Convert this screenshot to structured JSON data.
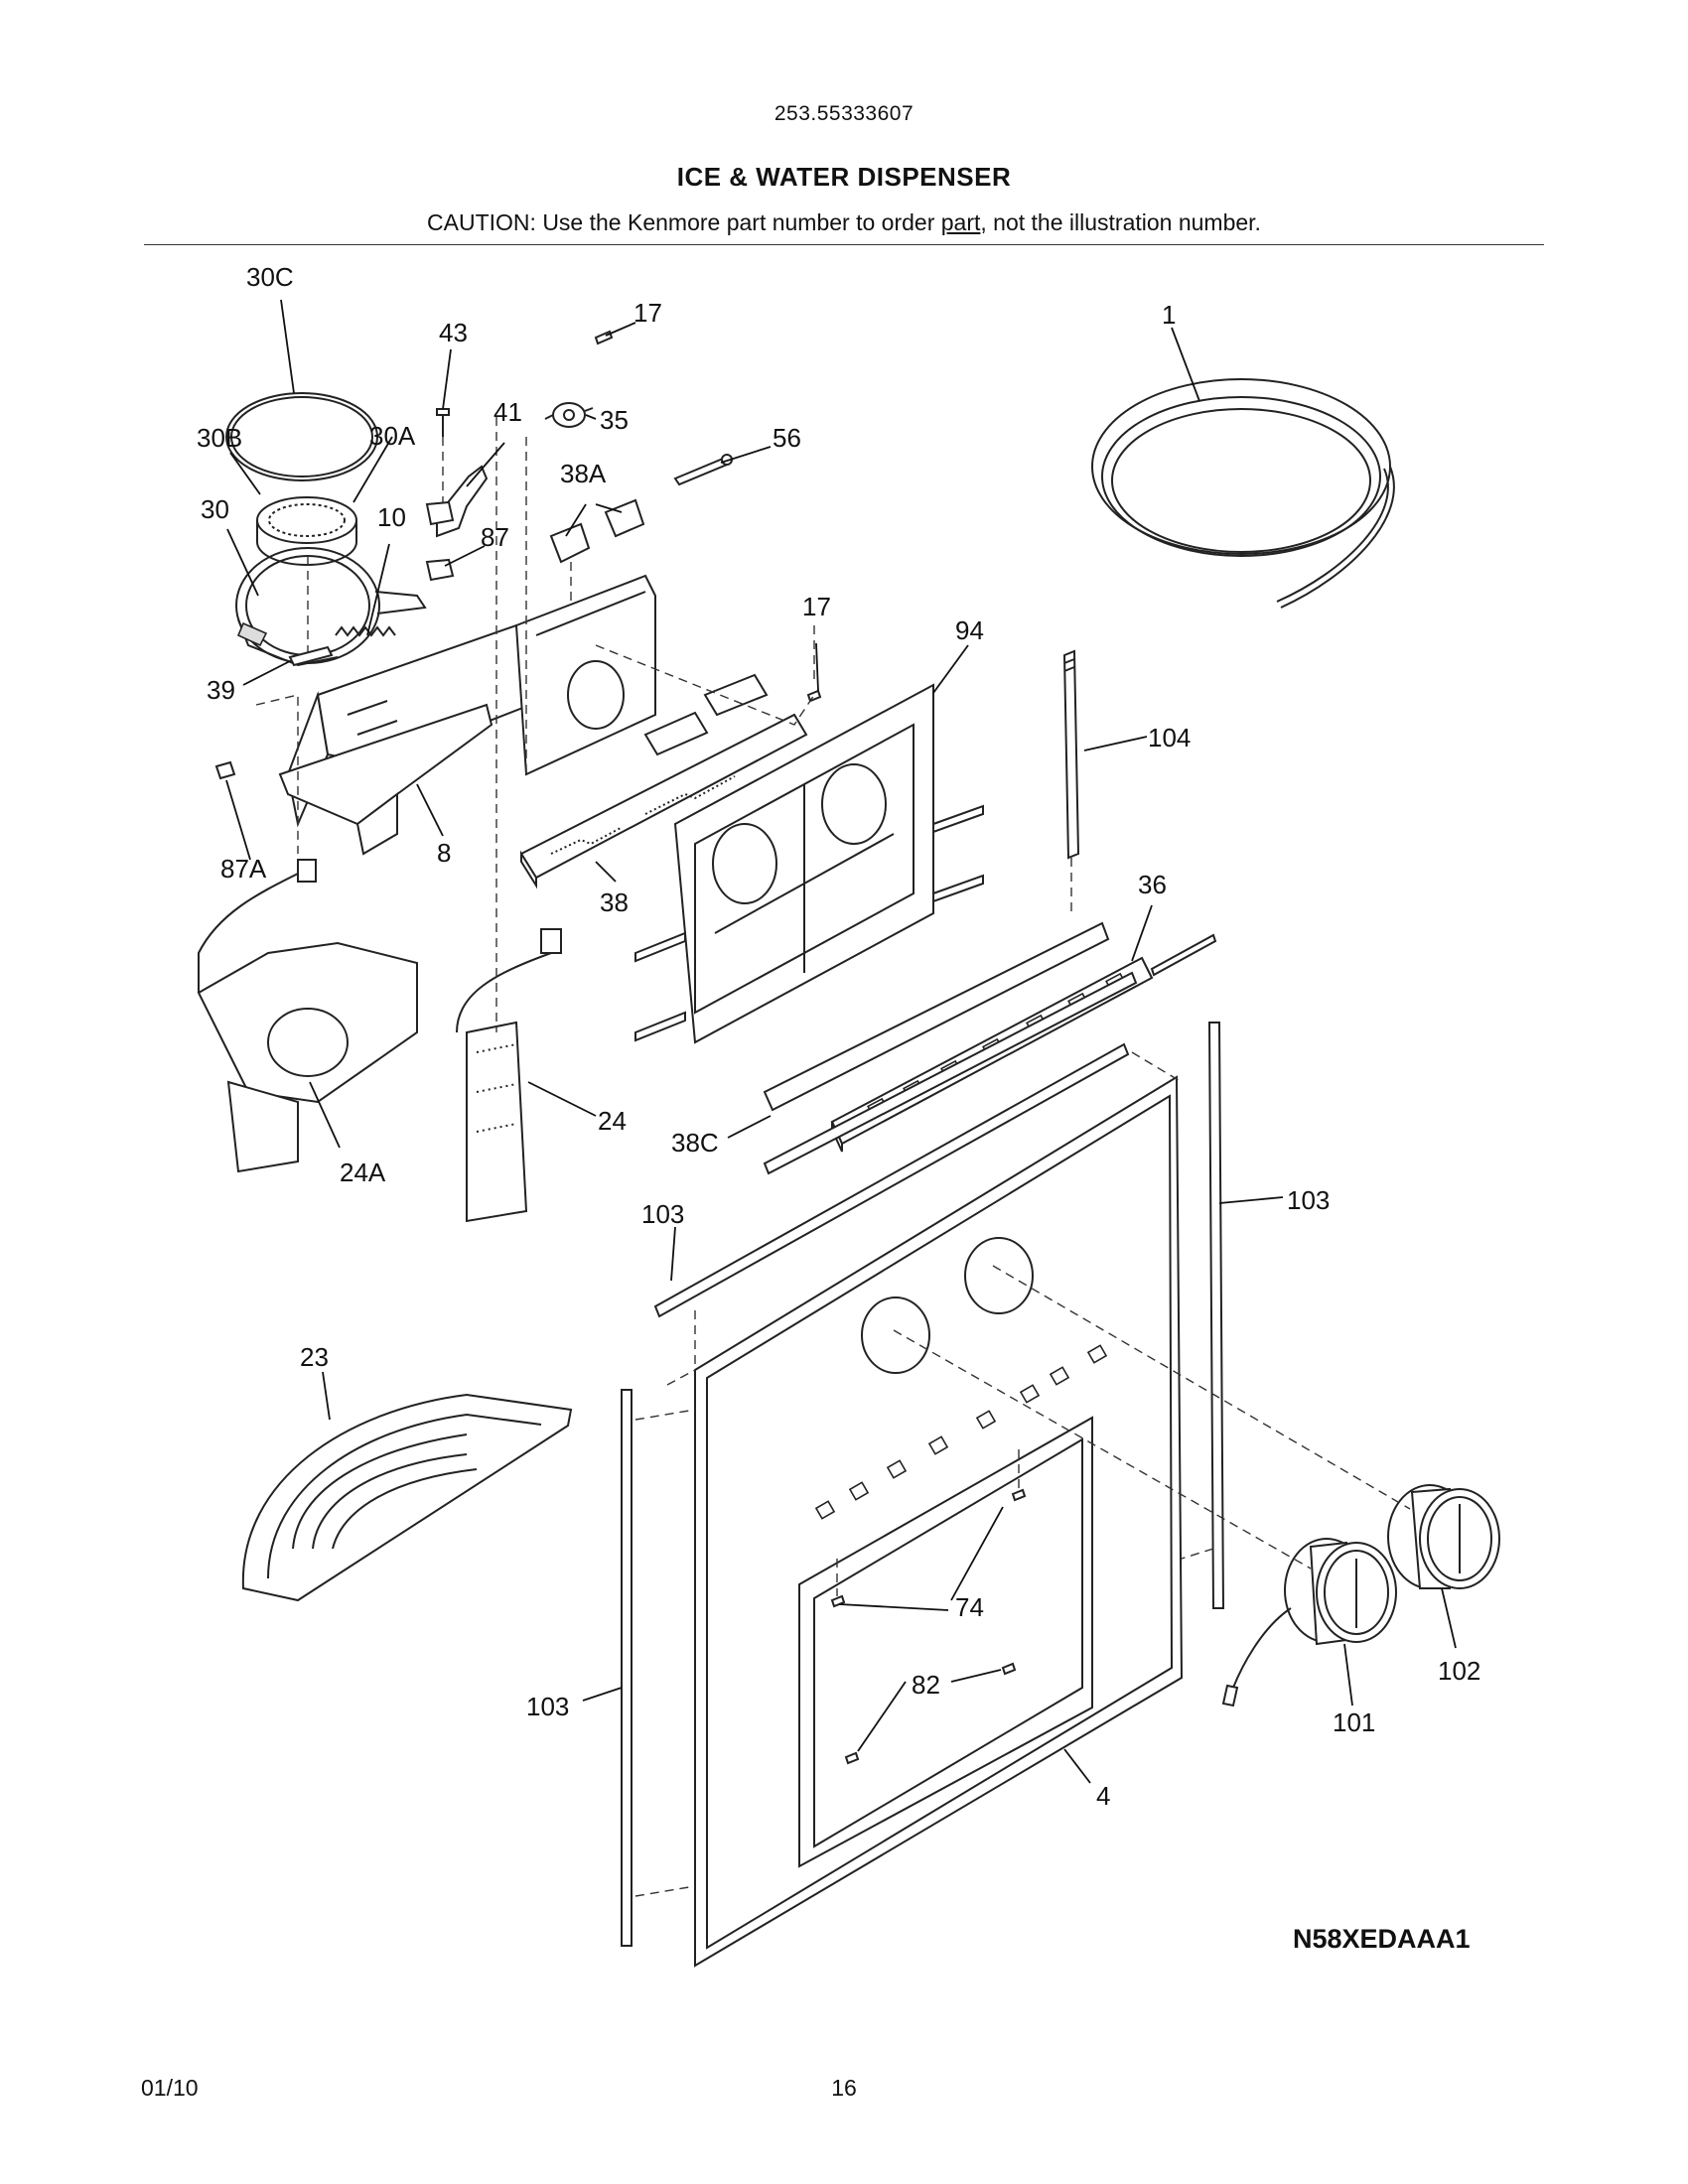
{
  "header": {
    "model_number": "253.55333607",
    "title": "ICE & WATER DISPENSER",
    "caution_prefix": "CAUTION: Use the Kenmore part number to order ",
    "caution_link": "part",
    "caution_suffix": ", not the illustration number."
  },
  "diagram": {
    "diagram_code": "N58XEDAAA1",
    "callouts": [
      "30C",
      "43",
      "17",
      "1",
      "41",
      "35",
      "30B",
      "30A",
      "56",
      "38A",
      "30",
      "10",
      "87",
      "17",
      "94",
      "39",
      "104",
      "87A",
      "8",
      "38",
      "36",
      "24",
      "24A",
      "38C",
      "103",
      "103",
      "23",
      "74",
      "82",
      "103",
      "102",
      "101",
      "4"
    ]
  },
  "footer": {
    "date": "01/10",
    "page_number": "16"
  }
}
